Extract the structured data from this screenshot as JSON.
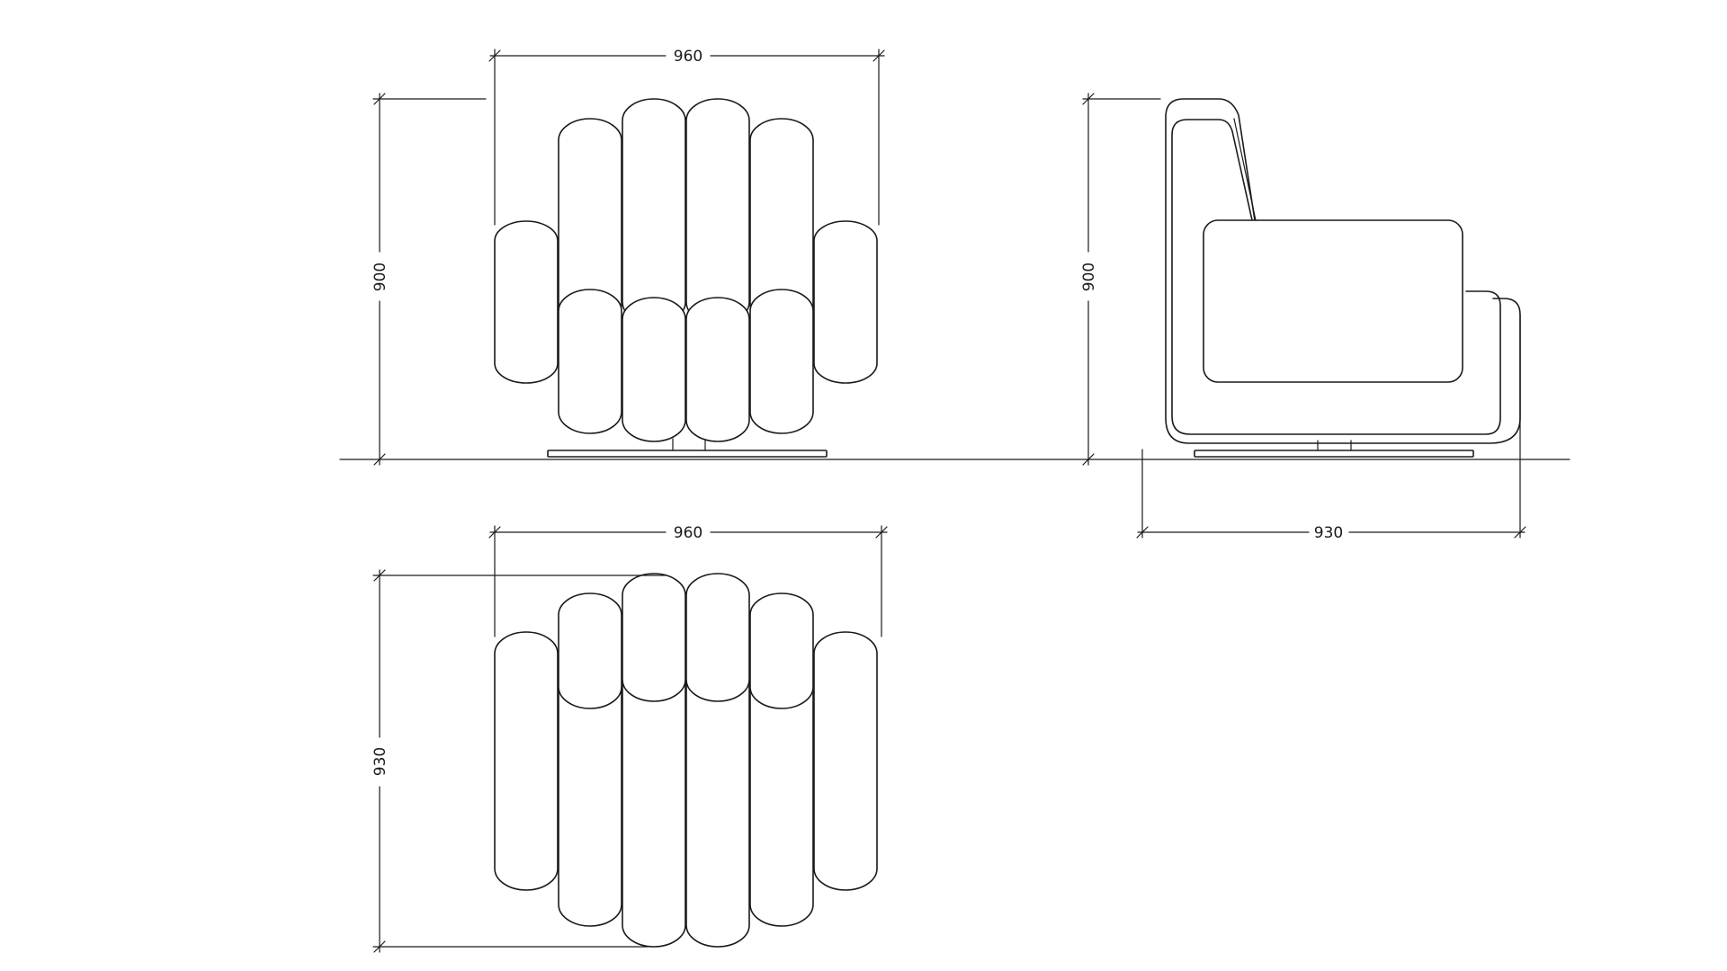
{
  "drawing": {
    "front_view": {
      "width_label": "960",
      "height_label": "900"
    },
    "side_view": {
      "height_label": "900",
      "depth_label": "930"
    },
    "top_view": {
      "width_label": "960",
      "depth_label": "930"
    },
    "line_color": "#1a1a1a",
    "background": "#ffffff"
  }
}
